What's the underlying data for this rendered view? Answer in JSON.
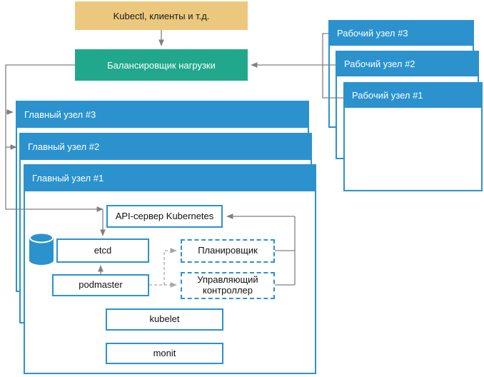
{
  "diagram_title": "Kubernetes high-availability cluster diagram",
  "colors": {
    "node_blue": "#2B92CE",
    "teal": "#21A88C",
    "tan": "#ECC87E",
    "line_gray": "#808080",
    "dashed_gray": "#A6A6A6"
  },
  "icons": {
    "etcd_database": "database-cylinder"
  },
  "nodes": {
    "kubectl": {
      "label": "Kubectl, клиенты и т.д."
    },
    "load_balancer": {
      "label": "Балансировщик нагрузки"
    },
    "workers": [
      {
        "label": "Рабочий узел #3"
      },
      {
        "label": "Рабочий узел #2"
      },
      {
        "label": "Рабочий узел #1"
      }
    ],
    "masters": [
      {
        "label": "Главный узел #3"
      },
      {
        "label": "Главный узел #2"
      },
      {
        "label": "Главный узел #1"
      }
    ],
    "api_server": {
      "label": "API-сервер Kubernetes"
    },
    "etcd": {
      "label": "etcd"
    },
    "podmaster": {
      "label": "podmaster"
    },
    "scheduler": {
      "label": "Планировщик"
    },
    "controller_manager": {
      "label": "Управляющий контроллер"
    },
    "kubelet": {
      "label": "kubelet"
    },
    "monit": {
      "label": "monit"
    }
  }
}
